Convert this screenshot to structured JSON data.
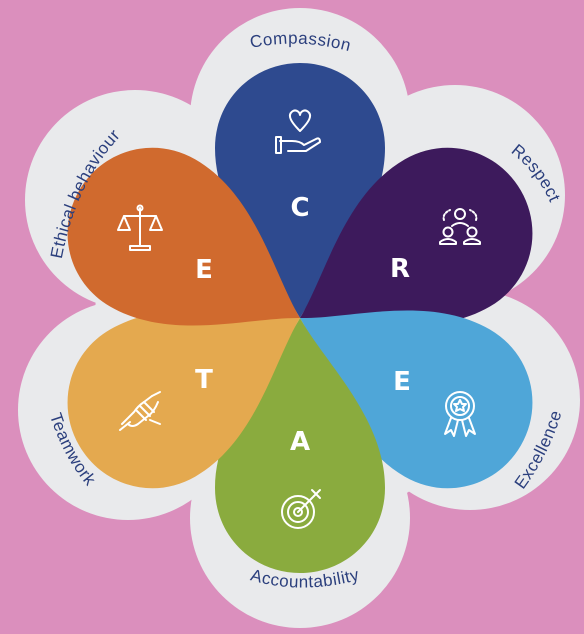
{
  "colors": {
    "background": "#db8fbd",
    "flower": "#e9eaec",
    "label_text": "#2b3f7d"
  },
  "values": [
    {
      "key": "compassion",
      "letter": "C",
      "label": "Compassion",
      "color": "#2e4a8f",
      "icon": "heart-in-hand-icon"
    },
    {
      "key": "respect",
      "letter": "R",
      "label": "Respect",
      "color": "#3d1a5c",
      "icon": "people-network-icon"
    },
    {
      "key": "excellence",
      "letter": "E",
      "label": "Excellence",
      "color": "#4fa6d8",
      "icon": "award-ribbon-icon"
    },
    {
      "key": "accountability",
      "letter": "A",
      "label": "Accountability",
      "color": "#8aab3e",
      "icon": "target-arrow-icon"
    },
    {
      "key": "teamwork",
      "letter": "T",
      "label": "Teamwork",
      "color": "#e4a94f",
      "icon": "handshake-icon"
    },
    {
      "key": "ethical",
      "letter": "E",
      "label": "Ethical behaviour",
      "color": "#d06a2e",
      "icon": "scales-icon"
    }
  ]
}
